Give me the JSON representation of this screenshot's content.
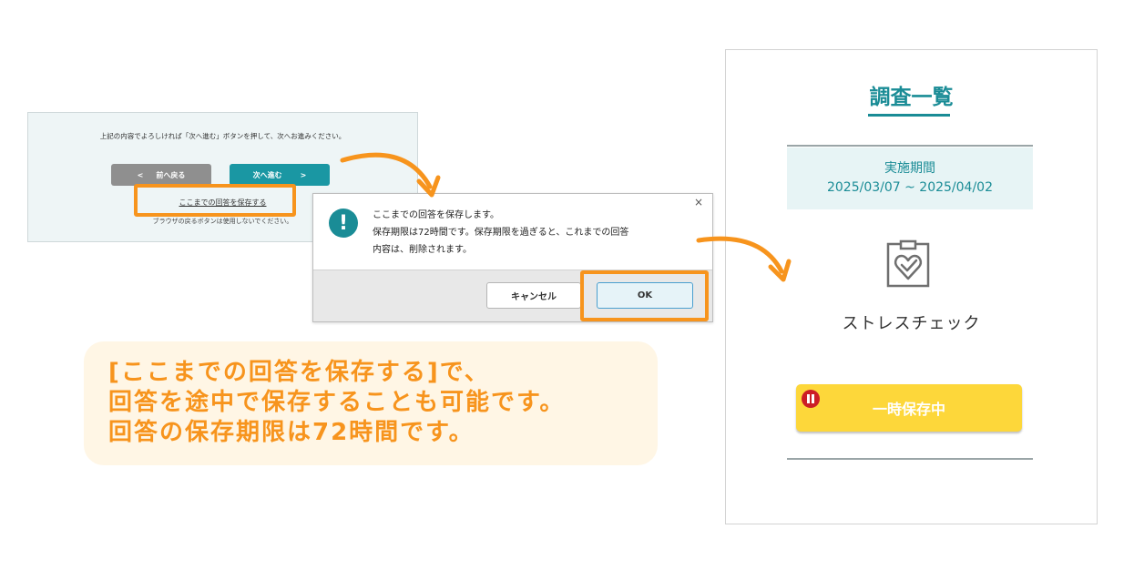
{
  "survey_footer": {
    "instruction": "上記の内容でよろしければ「次へ進む」ボタンを押して、次へお進みください。",
    "prev_icon": "<",
    "prev_label": "前へ戻る",
    "next_label": "次へ進む",
    "next_icon": ">",
    "save_link": "ここまでの回答を保存する",
    "browser_note": "ブラウザの戻るボタンは使用しないでください。"
  },
  "confirm_dialog": {
    "close_glyph": "×",
    "alert_glyph": "!",
    "line1": "ここまでの回答を保存します。",
    "line2": "保存期限は72時間です。保存期限を過ぎると、これまでの回答",
    "line3": "内容は、削除されます。",
    "cancel_label": "キャンセル",
    "ok_label": "OK"
  },
  "caption": {
    "line1": "[ここまでの回答を保存する]で、",
    "line2": "回答を途中で保存することも可能です。",
    "line3": "回答の保存期限は72時間です。"
  },
  "survey_list": {
    "title": "調査一覧",
    "period_label": "実施期間",
    "period_range": "2025/03/07 ~ 2025/04/02",
    "survey_icon": "clipboard-heart-icon",
    "survey_name": "ストレスチェック",
    "status_label": "一時保存中"
  },
  "colors": {
    "accent_orange": "#f7941d",
    "teal": "#1a8c96",
    "yellow": "#fdd73a",
    "red": "#cc1e26"
  }
}
